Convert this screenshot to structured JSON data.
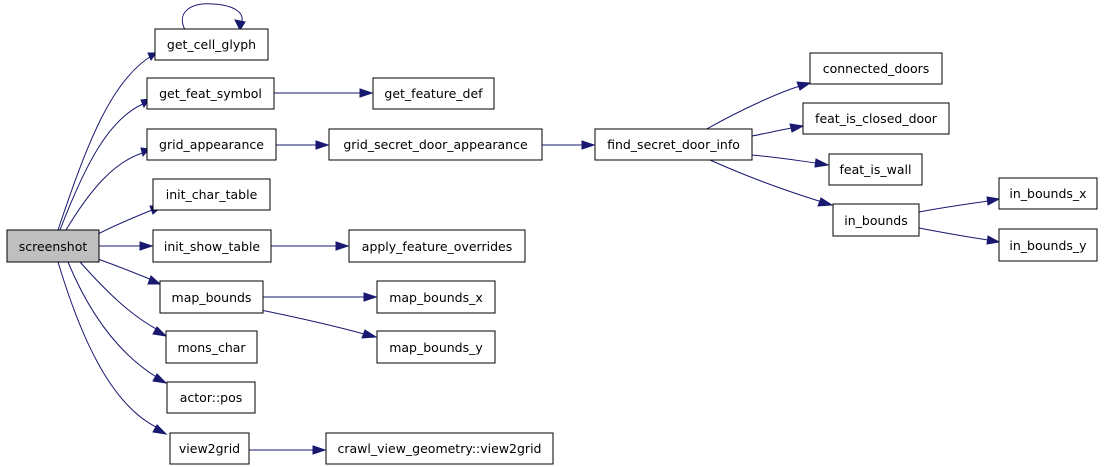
{
  "colors": {
    "edge": "#191970",
    "node_fill": "#ffffff",
    "root_fill": "#bfbfbf",
    "border": "#000000"
  },
  "nodes": {
    "screenshot": "screenshot",
    "get_cell_glyph": "get_cell_glyph",
    "get_feat_symbol": "get_feat_symbol",
    "get_feature_def": "get_feature_def",
    "grid_appearance": "grid_appearance",
    "grid_secret_door_appearance": "grid_secret_door_appearance",
    "find_secret_door_info": "find_secret_door_info",
    "connected_doors": "connected_doors",
    "feat_is_closed_door": "feat_is_closed_door",
    "feat_is_wall": "feat_is_wall",
    "in_bounds": "in_bounds",
    "in_bounds_x": "in_bounds_x",
    "in_bounds_y": "in_bounds_y",
    "init_char_table": "init_char_table",
    "init_show_table": "init_show_table",
    "apply_feature_overrides": "apply_feature_overrides",
    "map_bounds": "map_bounds",
    "map_bounds_x": "map_bounds_x",
    "map_bounds_y": "map_bounds_y",
    "mons_char": "mons_char",
    "actor_pos": "actor::pos",
    "view2grid": "view2grid",
    "crawl_view_geometry_view2grid": "crawl_view_geometry::view2grid"
  }
}
